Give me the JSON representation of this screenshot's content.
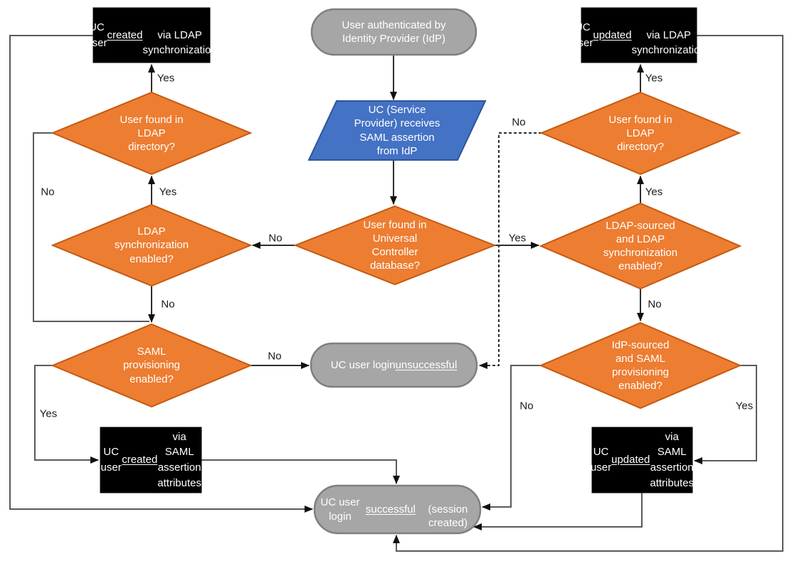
{
  "colors": {
    "decision_fill": "#ED7D31",
    "decision_border": "#C55A11",
    "terminator_fill": "#A6A6A6",
    "terminator_border": "#7F7F7F",
    "io_fill": "#4472C4",
    "io_border": "#2F5597",
    "process_fill": "#000000",
    "node_text": "#FFFFFF",
    "connector": "#555555",
    "edge_label_text": "#1A1A1A"
  },
  "nodes": {
    "idp_authenticated": {
      "type": "terminator",
      "label": "User authenticated by\nIdentity Provider (IdP)"
    },
    "receives_saml": {
      "type": "input-output",
      "label": "UC (Service\nProvider) receives\nSAML assertion\nfrom IdP"
    },
    "user_created_ldap": {
      "type": "process",
      "label": "UC user __created__\nvia LDAP\nsynchronization"
    },
    "user_updated_ldap": {
      "type": "process",
      "label": "UC user __updated__\nvia LDAP\nsynchronization"
    },
    "found_ldap_left": {
      "type": "decision",
      "label": "User found in\nLDAP\ndirectory?"
    },
    "found_ldap_right": {
      "type": "decision",
      "label": "User found in\nLDAP\ndirectory?"
    },
    "ldap_sync_enabled": {
      "type": "decision",
      "label": "LDAP\nsynchronization\nenabled?"
    },
    "found_uc_db": {
      "type": "decision",
      "label": "User found in\nUniversal\nController\ndatabase?"
    },
    "ldap_sourced_sync": {
      "type": "decision",
      "label": "LDAP-sourced\nand LDAP\nsynchronization\nenabled?"
    },
    "saml_prov_enabled": {
      "type": "decision",
      "label": "SAML\nprovisioning\nenabled?"
    },
    "login_unsuccessful": {
      "type": "terminator",
      "label": "UC user login\n__unsuccessful__"
    },
    "idp_sourced_prov": {
      "type": "decision",
      "label": "IdP-sourced\nand SAML\nprovisioning\nenabled?"
    },
    "user_created_saml": {
      "type": "process",
      "label": "UC user\n__created__ via\nSAML assertion\nattributes"
    },
    "user_updated_saml": {
      "type": "process",
      "label": "UC user\n__updated__ via\nSAML assertion\nattributes"
    },
    "login_successful": {
      "type": "terminator",
      "label": "UC user login __successful__\n(session created)"
    }
  },
  "edge_labels": {
    "found_ldap_left_yes": "Yes",
    "found_ldap_left_no": "No",
    "ldap_sync_yes": "Yes",
    "ldap_sync_no": "No",
    "found_db_no": "No",
    "found_db_yes": "Yes",
    "found_ldap_right_no": "No",
    "found_ldap_right_yes": "Yes",
    "ldap_sourced_yes": "Yes",
    "ldap_sourced_no": "No",
    "saml_prov_yes": "Yes",
    "saml_prov_no": "No",
    "idp_sourced_no": "No",
    "idp_sourced_yes": "Yes"
  }
}
